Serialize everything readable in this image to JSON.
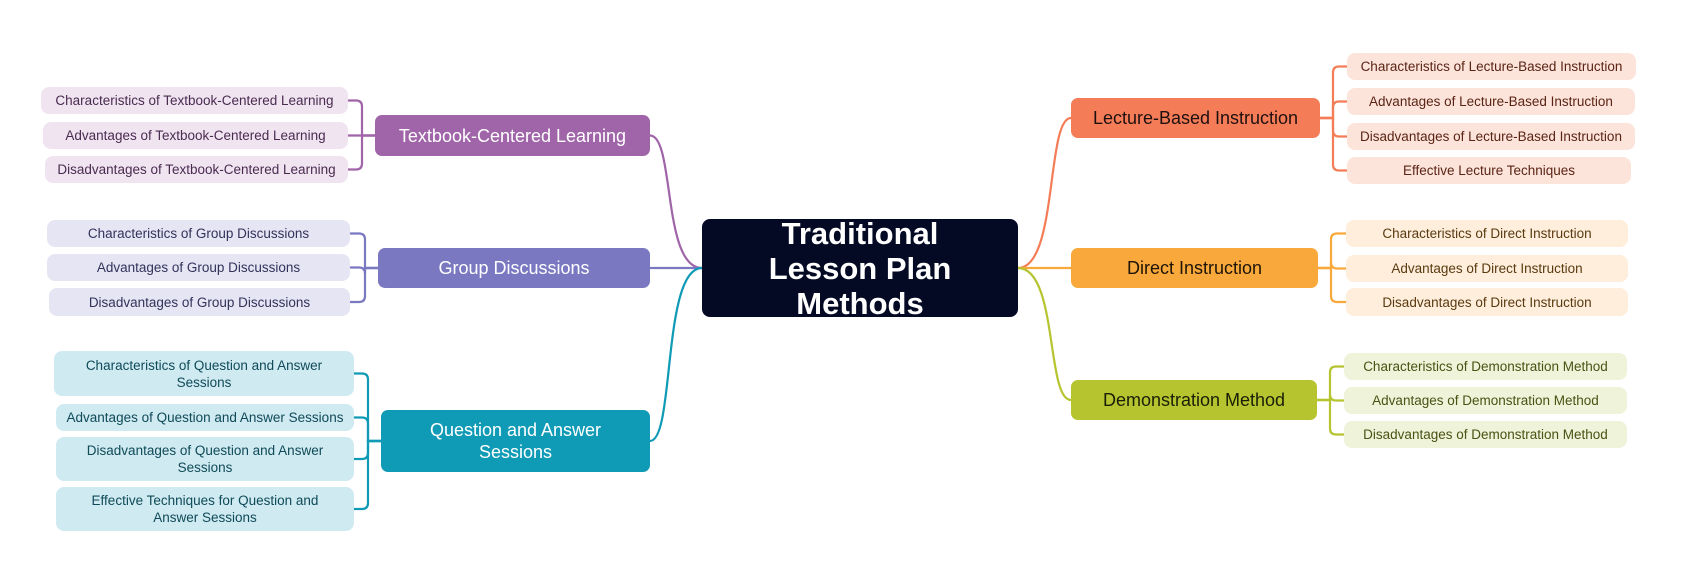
{
  "center": {
    "title": "Traditional Lesson Plan Methods"
  },
  "branches": [
    {
      "id": "textbook",
      "label": "Textbook-Centered Learning",
      "color": "#a065a8",
      "leaf_bg": "#f0e4f1",
      "text_color": "#ffffff",
      "leaf_text": "#4a2b50",
      "leaves": [
        "Characteristics of Textbook-Centered Learning",
        "Advantages of Textbook-Centered Learning",
        "Disadvantages of Textbook-Centered Learning"
      ]
    },
    {
      "id": "group",
      "label": "Group Discussions",
      "color": "#7a78c0",
      "leaf_bg": "#e6e5f4",
      "text_color": "#ffffff",
      "leaf_text": "#33325a",
      "leaves": [
        "Characteristics of Group Discussions",
        "Advantages of Group Discussions",
        "Disadvantages of Group Discussions"
      ]
    },
    {
      "id": "qa",
      "label": "Question and Answer Sessions",
      "color": "#0f9ab6",
      "leaf_bg": "#cfeaf1",
      "text_color": "#ffffff",
      "leaf_text": "#0f4a58",
      "leaves": [
        "Characteristics of Question and Answer Sessions",
        "Advantages of Question and Answer Sessions",
        "Disadvantages of Question and Answer Sessions",
        "Effective Techniques for Question and Answer Sessions"
      ]
    },
    {
      "id": "lecture",
      "label": "Lecture-Based Instruction",
      "color": "#f47d57",
      "leaf_bg": "#fde4db",
      "text_color": "#1e1010",
      "leaf_text": "#5a2414",
      "leaves": [
        "Characteristics of Lecture-Based Instruction",
        "Advantages of Lecture-Based Instruction",
        "Disadvantages of Lecture-Based Instruction",
        "Effective Lecture Techniques"
      ]
    },
    {
      "id": "direct",
      "label": "Direct Instruction",
      "color": "#f9a93b",
      "leaf_bg": "#feeedb",
      "text_color": "#1e1408",
      "leaf_text": "#5a3a10",
      "leaves": [
        "Characteristics of Direct Instruction",
        "Advantages of Direct Instruction",
        "Disadvantages of Direct Instruction"
      ]
    },
    {
      "id": "demo",
      "label": "Demonstration Method",
      "color": "#b5c42f",
      "leaf_bg": "#eff3d9",
      "text_color": "#1a1e08",
      "leaf_text": "#4a5214",
      "leaves": [
        "Characteristics of Demonstration Method",
        "Advantages of Demonstration Method",
        "Disadvantages of Demonstration Method"
      ]
    }
  ]
}
